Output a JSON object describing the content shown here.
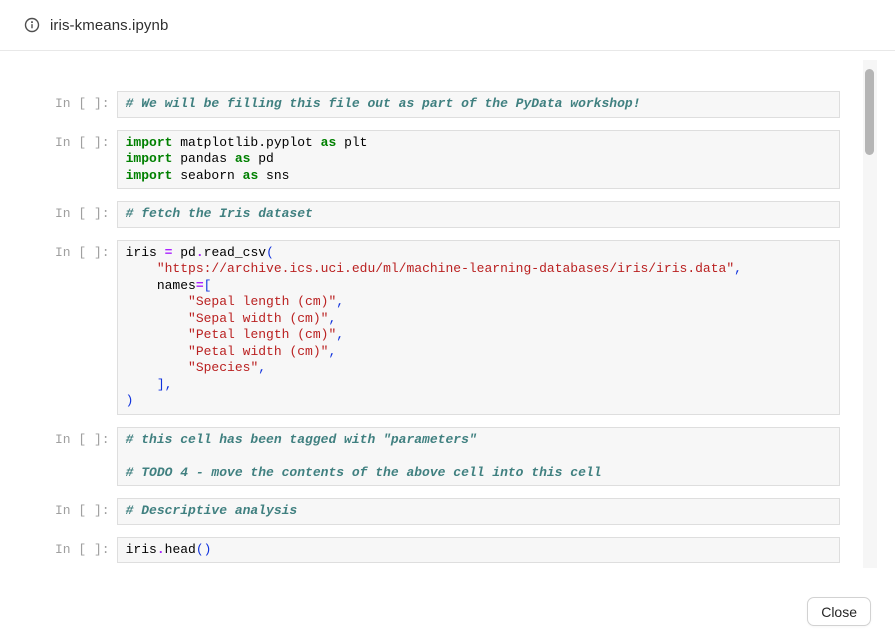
{
  "header": {
    "title": "iris-kmeans.ipynb",
    "icon": "info-icon"
  },
  "footer": {
    "close_label": "Close"
  },
  "colors": {
    "keyword": "#008000",
    "comment": "#408080",
    "string": "#BA2121",
    "operator": "#AA22FF",
    "punctuation": "#1133dd",
    "prompt": "#9f9f9f",
    "cell_background": "#f7f7f7",
    "cell_border": "#dedede"
  },
  "notebook": {
    "prompt": "In [ ]:",
    "cells": [
      {
        "lines": [
          [
            {
              "c": "c",
              "t": "# We will be filling this file out as part of the PyData workshop!"
            }
          ]
        ]
      },
      {
        "lines": [
          [
            {
              "c": "k",
              "t": "import"
            },
            {
              "c": "t",
              "t": " matplotlib.pyplot "
            },
            {
              "c": "k",
              "t": "as"
            },
            {
              "c": "t",
              "t": " plt"
            }
          ],
          [
            {
              "c": "k",
              "t": "import"
            },
            {
              "c": "t",
              "t": " pandas "
            },
            {
              "c": "k",
              "t": "as"
            },
            {
              "c": "t",
              "t": " pd"
            }
          ],
          [
            {
              "c": "k",
              "t": "import"
            },
            {
              "c": "t",
              "t": " seaborn "
            },
            {
              "c": "k",
              "t": "as"
            },
            {
              "c": "t",
              "t": " sns"
            }
          ]
        ]
      },
      {
        "lines": [
          [
            {
              "c": "c",
              "t": "# fetch the Iris dataset"
            }
          ]
        ]
      },
      {
        "lines": [
          [
            {
              "c": "t",
              "t": "iris "
            },
            {
              "c": "o",
              "t": "="
            },
            {
              "c": "t",
              "t": " pd"
            },
            {
              "c": "o",
              "t": "."
            },
            {
              "c": "t",
              "t": "read_csv"
            },
            {
              "c": "p",
              "t": "("
            }
          ],
          [
            {
              "c": "t",
              "t": "    "
            },
            {
              "c": "s",
              "t": "\"https://archive.ics.uci.edu/ml/machine-learning-databases/iris/iris.data\""
            },
            {
              "c": "p",
              "t": ","
            }
          ],
          [
            {
              "c": "t",
              "t": "    names"
            },
            {
              "c": "o",
              "t": "="
            },
            {
              "c": "p",
              "t": "["
            }
          ],
          [
            {
              "c": "t",
              "t": "        "
            },
            {
              "c": "s",
              "t": "\"Sepal length (cm)\""
            },
            {
              "c": "p",
              "t": ","
            }
          ],
          [
            {
              "c": "t",
              "t": "        "
            },
            {
              "c": "s",
              "t": "\"Sepal width (cm)\""
            },
            {
              "c": "p",
              "t": ","
            }
          ],
          [
            {
              "c": "t",
              "t": "        "
            },
            {
              "c": "s",
              "t": "\"Petal length (cm)\""
            },
            {
              "c": "p",
              "t": ","
            }
          ],
          [
            {
              "c": "t",
              "t": "        "
            },
            {
              "c": "s",
              "t": "\"Petal width (cm)\""
            },
            {
              "c": "p",
              "t": ","
            }
          ],
          [
            {
              "c": "t",
              "t": "        "
            },
            {
              "c": "s",
              "t": "\"Species\""
            },
            {
              "c": "p",
              "t": ","
            }
          ],
          [
            {
              "c": "t",
              "t": "    "
            },
            {
              "c": "p",
              "t": "],"
            }
          ],
          [
            {
              "c": "p",
              "t": ")"
            }
          ]
        ]
      },
      {
        "lines": [
          [
            {
              "c": "c",
              "t": "# this cell has been tagged with \"parameters\""
            }
          ],
          [],
          [
            {
              "c": "c",
              "t": "# TODO 4 - move the contents of the above cell into this cell"
            }
          ]
        ]
      },
      {
        "lines": [
          [
            {
              "c": "c",
              "t": "# Descriptive analysis"
            }
          ]
        ]
      },
      {
        "lines": [
          [
            {
              "c": "t",
              "t": "iris"
            },
            {
              "c": "o",
              "t": "."
            },
            {
              "c": "t",
              "t": "head"
            },
            {
              "c": "p",
              "t": "()"
            }
          ]
        ]
      }
    ]
  }
}
